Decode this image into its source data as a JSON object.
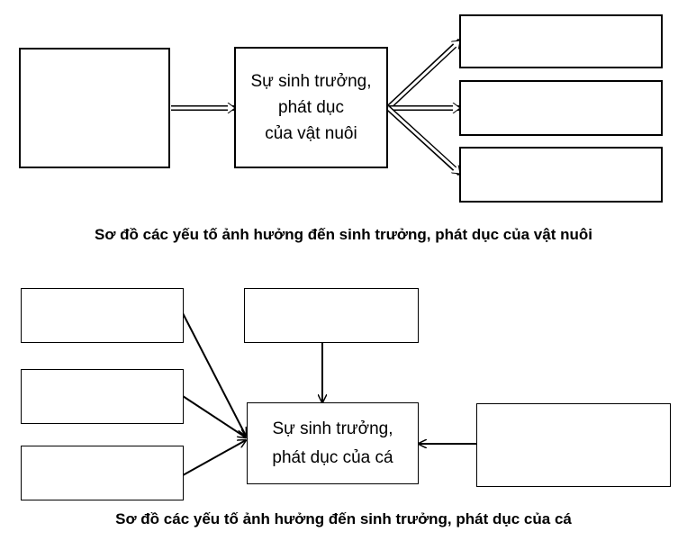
{
  "diagram1": {
    "center_text": [
      "Sự sinh trưởng,",
      "phát dục",
      "của vật nuôi"
    ],
    "caption": "Sơ đồ các yếu tố ảnh hưởng đến sinh trưởng, phát dục của vật nuôi"
  },
  "diagram2": {
    "center_text": [
      "Sự sinh trưởng,",
      "phát dục của cá"
    ],
    "caption": "Sơ đồ các yếu tố ảnh hưởng đến sinh trưởng, phát dục của cá"
  }
}
